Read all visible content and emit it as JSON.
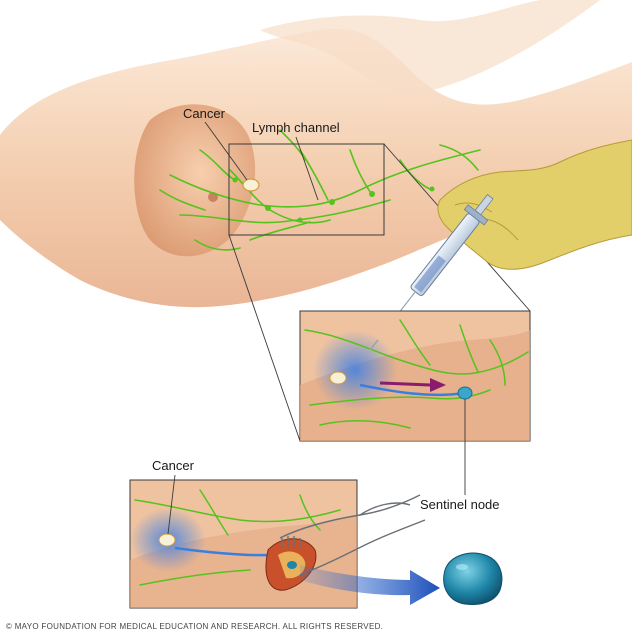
{
  "labels": {
    "cancer_top": "Cancer",
    "lymph_channel": "Lymph channel",
    "sentinel_node": "Sentinel node",
    "cancer_bottom": "Cancer"
  },
  "copyright": "© MAYO FOUNDATION FOR MEDICAL EDUCATION AND RESEARCH. ALL RIGHTS RESERVED.",
  "colors": {
    "skin": "#f3c9a4",
    "skin_shadow": "#d9a07a",
    "lymph": "#56c21e",
    "dye": "#3a7fe0",
    "arrow_purple": "#8a1b6e",
    "glove": "#e3cf6a",
    "node": "#1f86a8"
  }
}
